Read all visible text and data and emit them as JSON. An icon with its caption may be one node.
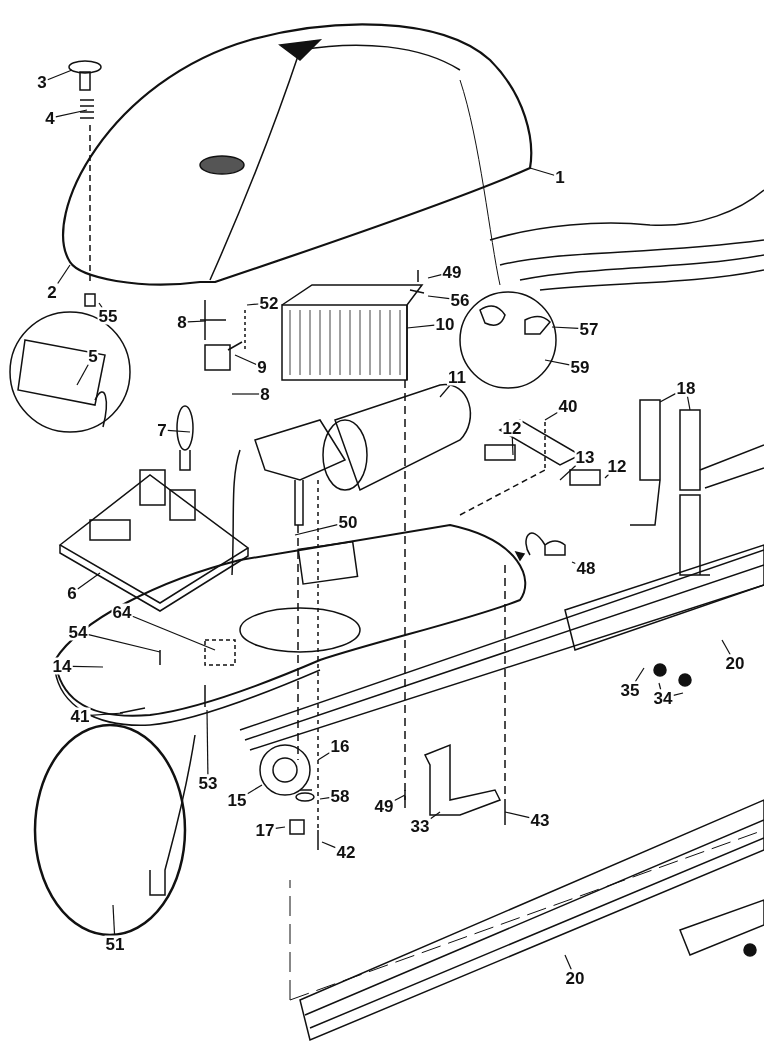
{
  "diagram": {
    "nodes": [
      {
        "text": [
          "3"
        ]
      },
      {
        "text": [
          "4"
        ]
      },
      {
        "text": [
          "1"
        ]
      },
      {
        "text": [
          "49"
        ]
      },
      {
        "text": [
          "2"
        ]
      },
      {
        "text": [
          "56"
        ]
      },
      {
        "text": [
          "52"
        ]
      },
      {
        "text": [
          "55"
        ]
      },
      {
        "text": [
          "8"
        ]
      },
      {
        "text": [
          "10"
        ]
      },
      {
        "text": [
          "57"
        ]
      },
      {
        "text": [
          "5"
        ]
      },
      {
        "text": [
          "9"
        ]
      },
      {
        "text": [
          "59"
        ]
      },
      {
        "text": [
          "11"
        ]
      },
      {
        "text": [
          "18"
        ]
      },
      {
        "text": [
          "8"
        ]
      },
      {
        "text": [
          "40"
        ]
      },
      {
        "text": [
          "12"
        ]
      },
      {
        "text": [
          "7"
        ]
      },
      {
        "text": [
          "13"
        ]
      },
      {
        "text": [
          "12"
        ]
      },
      {
        "text": [
          "50"
        ]
      },
      {
        "text": [
          "48"
        ]
      },
      {
        "text": [
          "6"
        ]
      },
      {
        "text": [
          "64"
        ]
      },
      {
        "text": [
          "54"
        ]
      },
      {
        "text": [
          "20"
        ]
      },
      {
        "text": [
          "14"
        ]
      },
      {
        "text": [
          "35"
        ]
      },
      {
        "text": [
          "34"
        ]
      },
      {
        "text": [
          "41"
        ]
      },
      {
        "text": [
          "16"
        ]
      },
      {
        "text": [
          "53"
        ]
      },
      {
        "text": [
          "58"
        ]
      },
      {
        "text": [
          "15"
        ]
      },
      {
        "text": [
          "49"
        ]
      },
      {
        "text": [
          "43"
        ]
      },
      {
        "text": [
          "33"
        ]
      },
      {
        "text": [
          "17"
        ]
      },
      {
        "text": [
          "42"
        ]
      },
      {
        "text": [
          "51"
        ]
      },
      {
        "text": [
          "20"
        ]
      }
    ],
    "edges": [
      {
        "from": 0,
        "to": null,
        "arrow": "none"
      },
      {
        "from": 1,
        "to": null,
        "arrow": "none"
      },
      {
        "from": 2,
        "to": null,
        "arrow": "none"
      },
      {
        "from": 3,
        "to": null,
        "arrow": "none"
      },
      {
        "from": 4,
        "to": null,
        "arrow": "none"
      },
      {
        "from": 5,
        "to": null,
        "arrow": "none"
      },
      {
        "from": 6,
        "to": null,
        "arrow": "none"
      },
      {
        "from": 7,
        "to": null,
        "arrow": "none"
      },
      {
        "from": 8,
        "to": null,
        "arrow": "none"
      },
      {
        "from": 9,
        "to": null,
        "arrow": "none"
      },
      {
        "from": 10,
        "to": null,
        "arrow": "none"
      },
      {
        "from": 11,
        "to": null,
        "arrow": "none"
      },
      {
        "from": 12,
        "to": null,
        "arrow": "none"
      },
      {
        "from": 13,
        "to": null,
        "arrow": "none"
      },
      {
        "from": 14,
        "to": null,
        "arrow": "none"
      },
      {
        "from": 15,
        "to": null,
        "arrow": "none"
      },
      {
        "from": 15,
        "to": null,
        "arrow": "none"
      },
      {
        "from": 16,
        "to": null,
        "arrow": "none"
      },
      {
        "from": 17,
        "to": null,
        "arrow": "none"
      },
      {
        "from": 18,
        "to": null,
        "arrow": "none"
      },
      {
        "from": 19,
        "to": null,
        "arrow": "none"
      },
      {
        "from": 20,
        "to": null,
        "arrow": "none"
      },
      {
        "from": 21,
        "to": null,
        "arrow": "none"
      },
      {
        "from": 22,
        "to": null,
        "arrow": "none"
      },
      {
        "from": 23,
        "to": null,
        "arrow": "none"
      },
      {
        "from": 24,
        "to": null,
        "arrow": "none"
      },
      {
        "from": 25,
        "to": null,
        "arrow": "none"
      },
      {
        "from": 26,
        "to": null,
        "arrow": "none"
      },
      {
        "from": 27,
        "to": null,
        "arrow": "none"
      },
      {
        "from": 28,
        "to": null,
        "arrow": "none"
      },
      {
        "from": 29,
        "to": null,
        "arrow": "none"
      },
      {
        "from": 30,
        "to": null,
        "arrow": "none"
      },
      {
        "from": 30,
        "to": null,
        "arrow": "none"
      },
      {
        "from": 31,
        "to": null,
        "arrow": "none"
      },
      {
        "from": 32,
        "to": null,
        "arrow": "none"
      },
      {
        "from": 33,
        "to": null,
        "arrow": "none"
      },
      {
        "from": 34,
        "to": null,
        "arrow": "none"
      },
      {
        "from": 35,
        "to": null,
        "arrow": "none"
      },
      {
        "from": 36,
        "to": null,
        "arrow": "none"
      },
      {
        "from": 37,
        "to": null,
        "arrow": "none"
      },
      {
        "from": 38,
        "to": null,
        "arrow": "none"
      },
      {
        "from": 39,
        "to": null,
        "arrow": "none"
      },
      {
        "from": 40,
        "to": null,
        "arrow": "none"
      },
      {
        "from": 41,
        "to": null,
        "arrow": "none"
      },
      {
        "from": 42,
        "to": null,
        "arrow": "none"
      }
    ]
  }
}
